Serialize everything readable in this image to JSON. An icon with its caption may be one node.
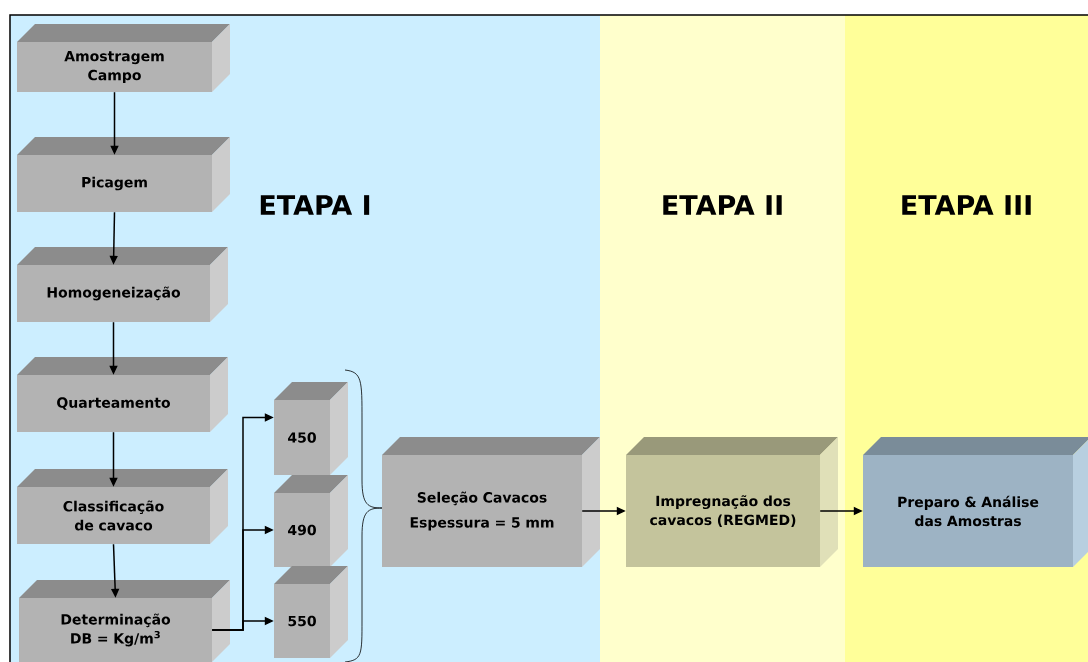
{
  "diagram": {
    "nodes": [
      {
        "text": [
          "ETAPA I"
        ]
      },
      {
        "text": [
          "ETAPA II"
        ]
      },
      {
        "text": [
          "ETAPA III"
        ]
      },
      {
        "text": [
          "Amostragem Campo"
        ],
        "in": 0
      },
      {
        "text": [
          "Picagem"
        ],
        "in": 0
      },
      {
        "text": [
          "Homogeneização"
        ],
        "in": 0
      },
      {
        "text": [
          "Quarteamento"
        ],
        "in": 0
      },
      {
        "text": [
          "Classificação de cavaco"
        ],
        "in": 0
      },
      {
        "text": [
          "Determinação DB = Kg/m$^{3}$"
        ],
        "in": 0
      },
      {
        "text": [
          "450"
        ],
        "in": 0
      },
      {
        "text": [
          "490"
        ],
        "in": 0
      },
      {
        "text": [
          "550"
        ],
        "in": 0
      },
      {
        "text": [
          "Seleção Cavacos",
          "Espessura = 5 mm"
        ],
        "in": 0
      },
      {
        "text": [
          "Impregnação dos cavacos (REGMED)"
        ],
        "in": 1
      },
      {
        "text": [
          "Preparo & Análise das Amostras"
        ],
        "in": 2
      }
    ],
    "edges": [
      {
        "from": 3,
        "to": 4,
        "arrow": "to"
      },
      {
        "from": 4,
        "to": 5,
        "arrow": "to"
      },
      {
        "from": 5,
        "to": 6,
        "arrow": "to"
      },
      {
        "from": 6,
        "to": 7,
        "arrow": "to"
      },
      {
        "from": 7,
        "to": 8,
        "arrow": "to"
      },
      {
        "from": 8,
        "to": 9,
        "arrow": "to"
      },
      {
        "from": 8,
        "to": 10,
        "arrow": "to"
      },
      {
        "from": 8,
        "to": 11,
        "arrow": "to"
      },
      {
        "from": 12,
        "to": 13,
        "arrow": "to"
      },
      {
        "from": 13,
        "to": 14,
        "arrow": "to"
      }
    ]
  }
}
